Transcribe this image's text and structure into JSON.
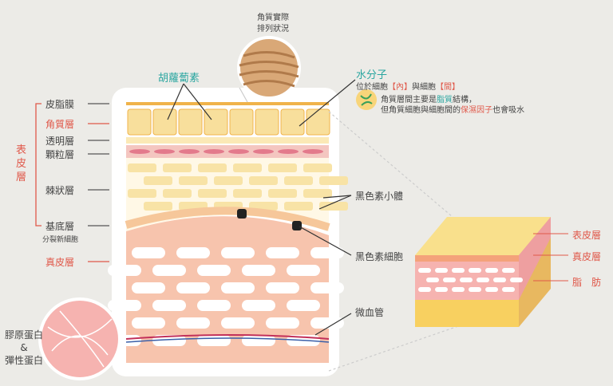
{
  "top_label": [
    "角質實際",
    "排列狀況"
  ],
  "left_labels": {
    "sebum": "皮脂膜",
    "corneum": "角質層",
    "lucidum": "透明層",
    "granulosum": "顆粒層",
    "spinosum": "棘狀層",
    "basale": "基底層",
    "basale_note": "分裂新細胞",
    "dermis": "真皮層",
    "epidermis": [
      "表",
      "皮",
      "層"
    ]
  },
  "carotene": "胡蘿蔔素",
  "water": {
    "title": "水分子",
    "line_a": "位於細胞",
    "in": "【內】",
    "mid": "與細胞",
    "between": "【間】",
    "desc1_a": "角質層間主要是",
    "desc1_hl": "脂質",
    "desc1_b": "結構，",
    "desc2_a": "但角質細胞與細胞間的",
    "desc2_hl": "保濕因子",
    "desc2_b": "也會吸水"
  },
  "melanosome": "黑色素小體",
  "melanocyte": "黑色素細胞",
  "capillary": "微血管",
  "collagen": [
    "膠原蛋白",
    "&",
    "彈性蛋白"
  ],
  "cube_labels": {
    "epidermis": "表皮層",
    "dermis": "真皮層",
    "fat": "脂　肪"
  },
  "colors": {
    "red": "#e0584a",
    "teal": "#2aa6a0",
    "dermis": "#f7c4ad",
    "cell": "#f8e3a6"
  }
}
